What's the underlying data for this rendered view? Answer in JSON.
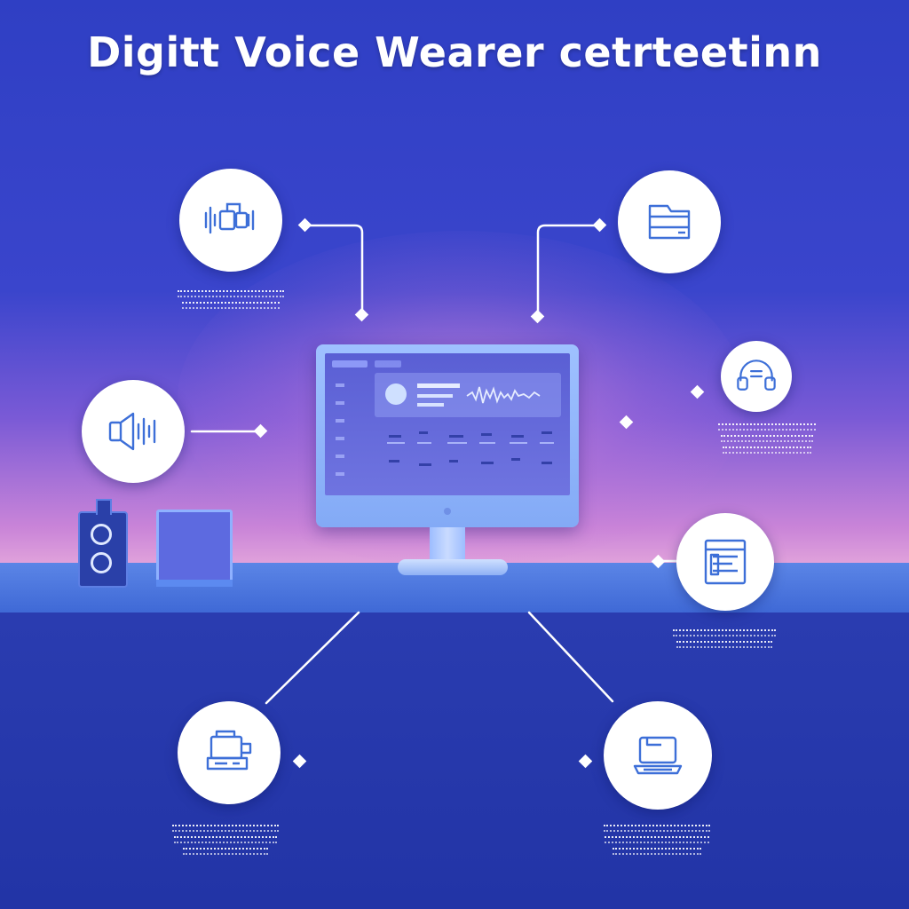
{
  "title": "Digitt Voice Wearer cetrteetinn",
  "colors": {
    "background": "#3540c8",
    "node": "#ffffff",
    "icon": "#3d6fd8",
    "connector": "#ffffff"
  },
  "nodes": [
    {
      "id": "top-left",
      "icon": "audio-wave-icon"
    },
    {
      "id": "top-right",
      "icon": "document-folder-icon"
    },
    {
      "id": "mid-left",
      "icon": "speaker-wave-icon"
    },
    {
      "id": "mid-right",
      "icon": "headset-icon"
    },
    {
      "id": "right",
      "icon": "list-document-icon"
    },
    {
      "id": "bottom-left",
      "icon": "device-icon"
    },
    {
      "id": "bottom-right",
      "icon": "laptop-icon"
    }
  ]
}
